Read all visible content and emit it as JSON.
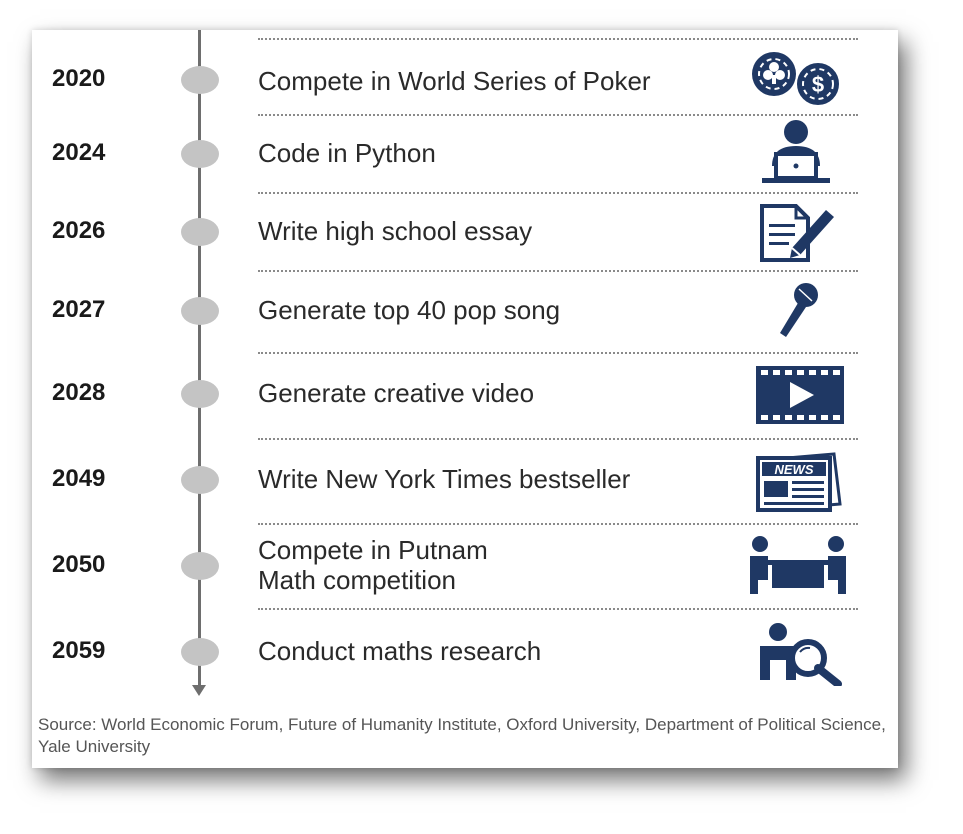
{
  "source": "Source: World Economic Forum, Future of Humanity Institute, Oxford University, Department of Political Science, Yale University",
  "items": [
    {
      "year": "2020",
      "label": "Compete in World Series of Poker",
      "icon": "poker-chips-icon"
    },
    {
      "year": "2024",
      "label": "Code in Python",
      "icon": "coder-laptop-icon"
    },
    {
      "year": "2026",
      "label": "Write high school essay",
      "icon": "document-pencil-icon"
    },
    {
      "year": "2027",
      "label": "Generate top 40 pop song",
      "icon": "microphone-icon"
    },
    {
      "year": "2028",
      "label": "Generate creative video",
      "icon": "video-film-icon"
    },
    {
      "year": "2049",
      "label": "Write New York Times bestseller",
      "icon": "newspaper-icon",
      "icon_text": "NEWS"
    },
    {
      "year": "2050",
      "label_line1": "Compete in Putnam",
      "label_line2": "Math competition",
      "icon": "meeting-table-icon"
    },
    {
      "year": "2059",
      "label": "Conduct maths research",
      "icon": "researcher-magnifier-icon"
    }
  ],
  "colors": {
    "icon": "#1f3864",
    "axis": "#6e6e6e",
    "dot": "#c4c4c4"
  }
}
